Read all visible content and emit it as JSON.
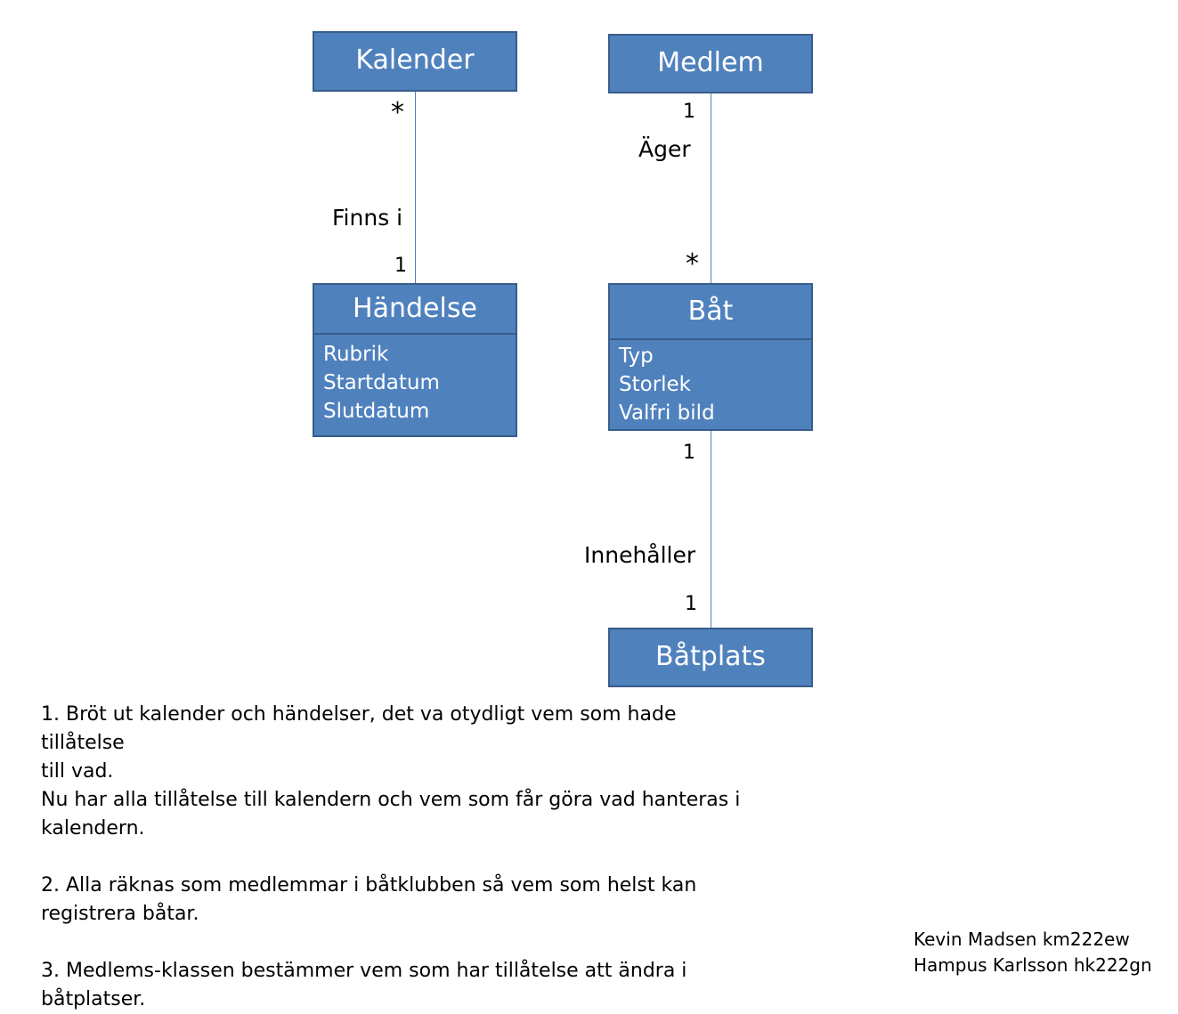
{
  "classes": {
    "kalender": {
      "name": "Kalender"
    },
    "medlem": {
      "name": "Medlem"
    },
    "handelse": {
      "name": "Händelse",
      "attributes": [
        "Rubrik",
        "Startdatum",
        "Slutdatum"
      ]
    },
    "bat": {
      "name": "Båt",
      "attributes": [
        "Typ",
        "Storlek",
        "Valfri bild"
      ]
    },
    "batplats": {
      "name": "Båtplats"
    }
  },
  "associations": {
    "kalender_handelse": {
      "label": "Finns i",
      "mult_top": "*",
      "mult_bottom": "1"
    },
    "medlem_bat": {
      "label": "Äger",
      "mult_top": "1",
      "mult_bottom": "*"
    },
    "bat_batplats": {
      "label": "Innehåller",
      "mult_top": "1",
      "mult_bottom": "1"
    }
  },
  "notes": {
    "n1_line1": "1. Bröt ut kalender och händelser, det va otydligt vem som hade tillåtelse",
    "n1_line2": "till vad.",
    "n1_line3": "Nu har alla tillåtelse till kalendern och vem som får göra vad hanteras i",
    "n1_line4": "kalendern.",
    "n2_line1": "2. Alla räknas som medlemmar i båtklubben så vem som helst kan",
    "n2_line2": "registrera båtar.",
    "n3_line1": "3. Medlems-klassen bestämmer vem som har tillåtelse att ändra i",
    "n3_line2": "båtplatser."
  },
  "authors": [
    "Kevin Madsen km222ew",
    "Hampus Karlsson hk222gn"
  ],
  "colors": {
    "class_fill": "#4f81bd",
    "class_border": "#385d8a",
    "connector": "#4f81bd"
  }
}
